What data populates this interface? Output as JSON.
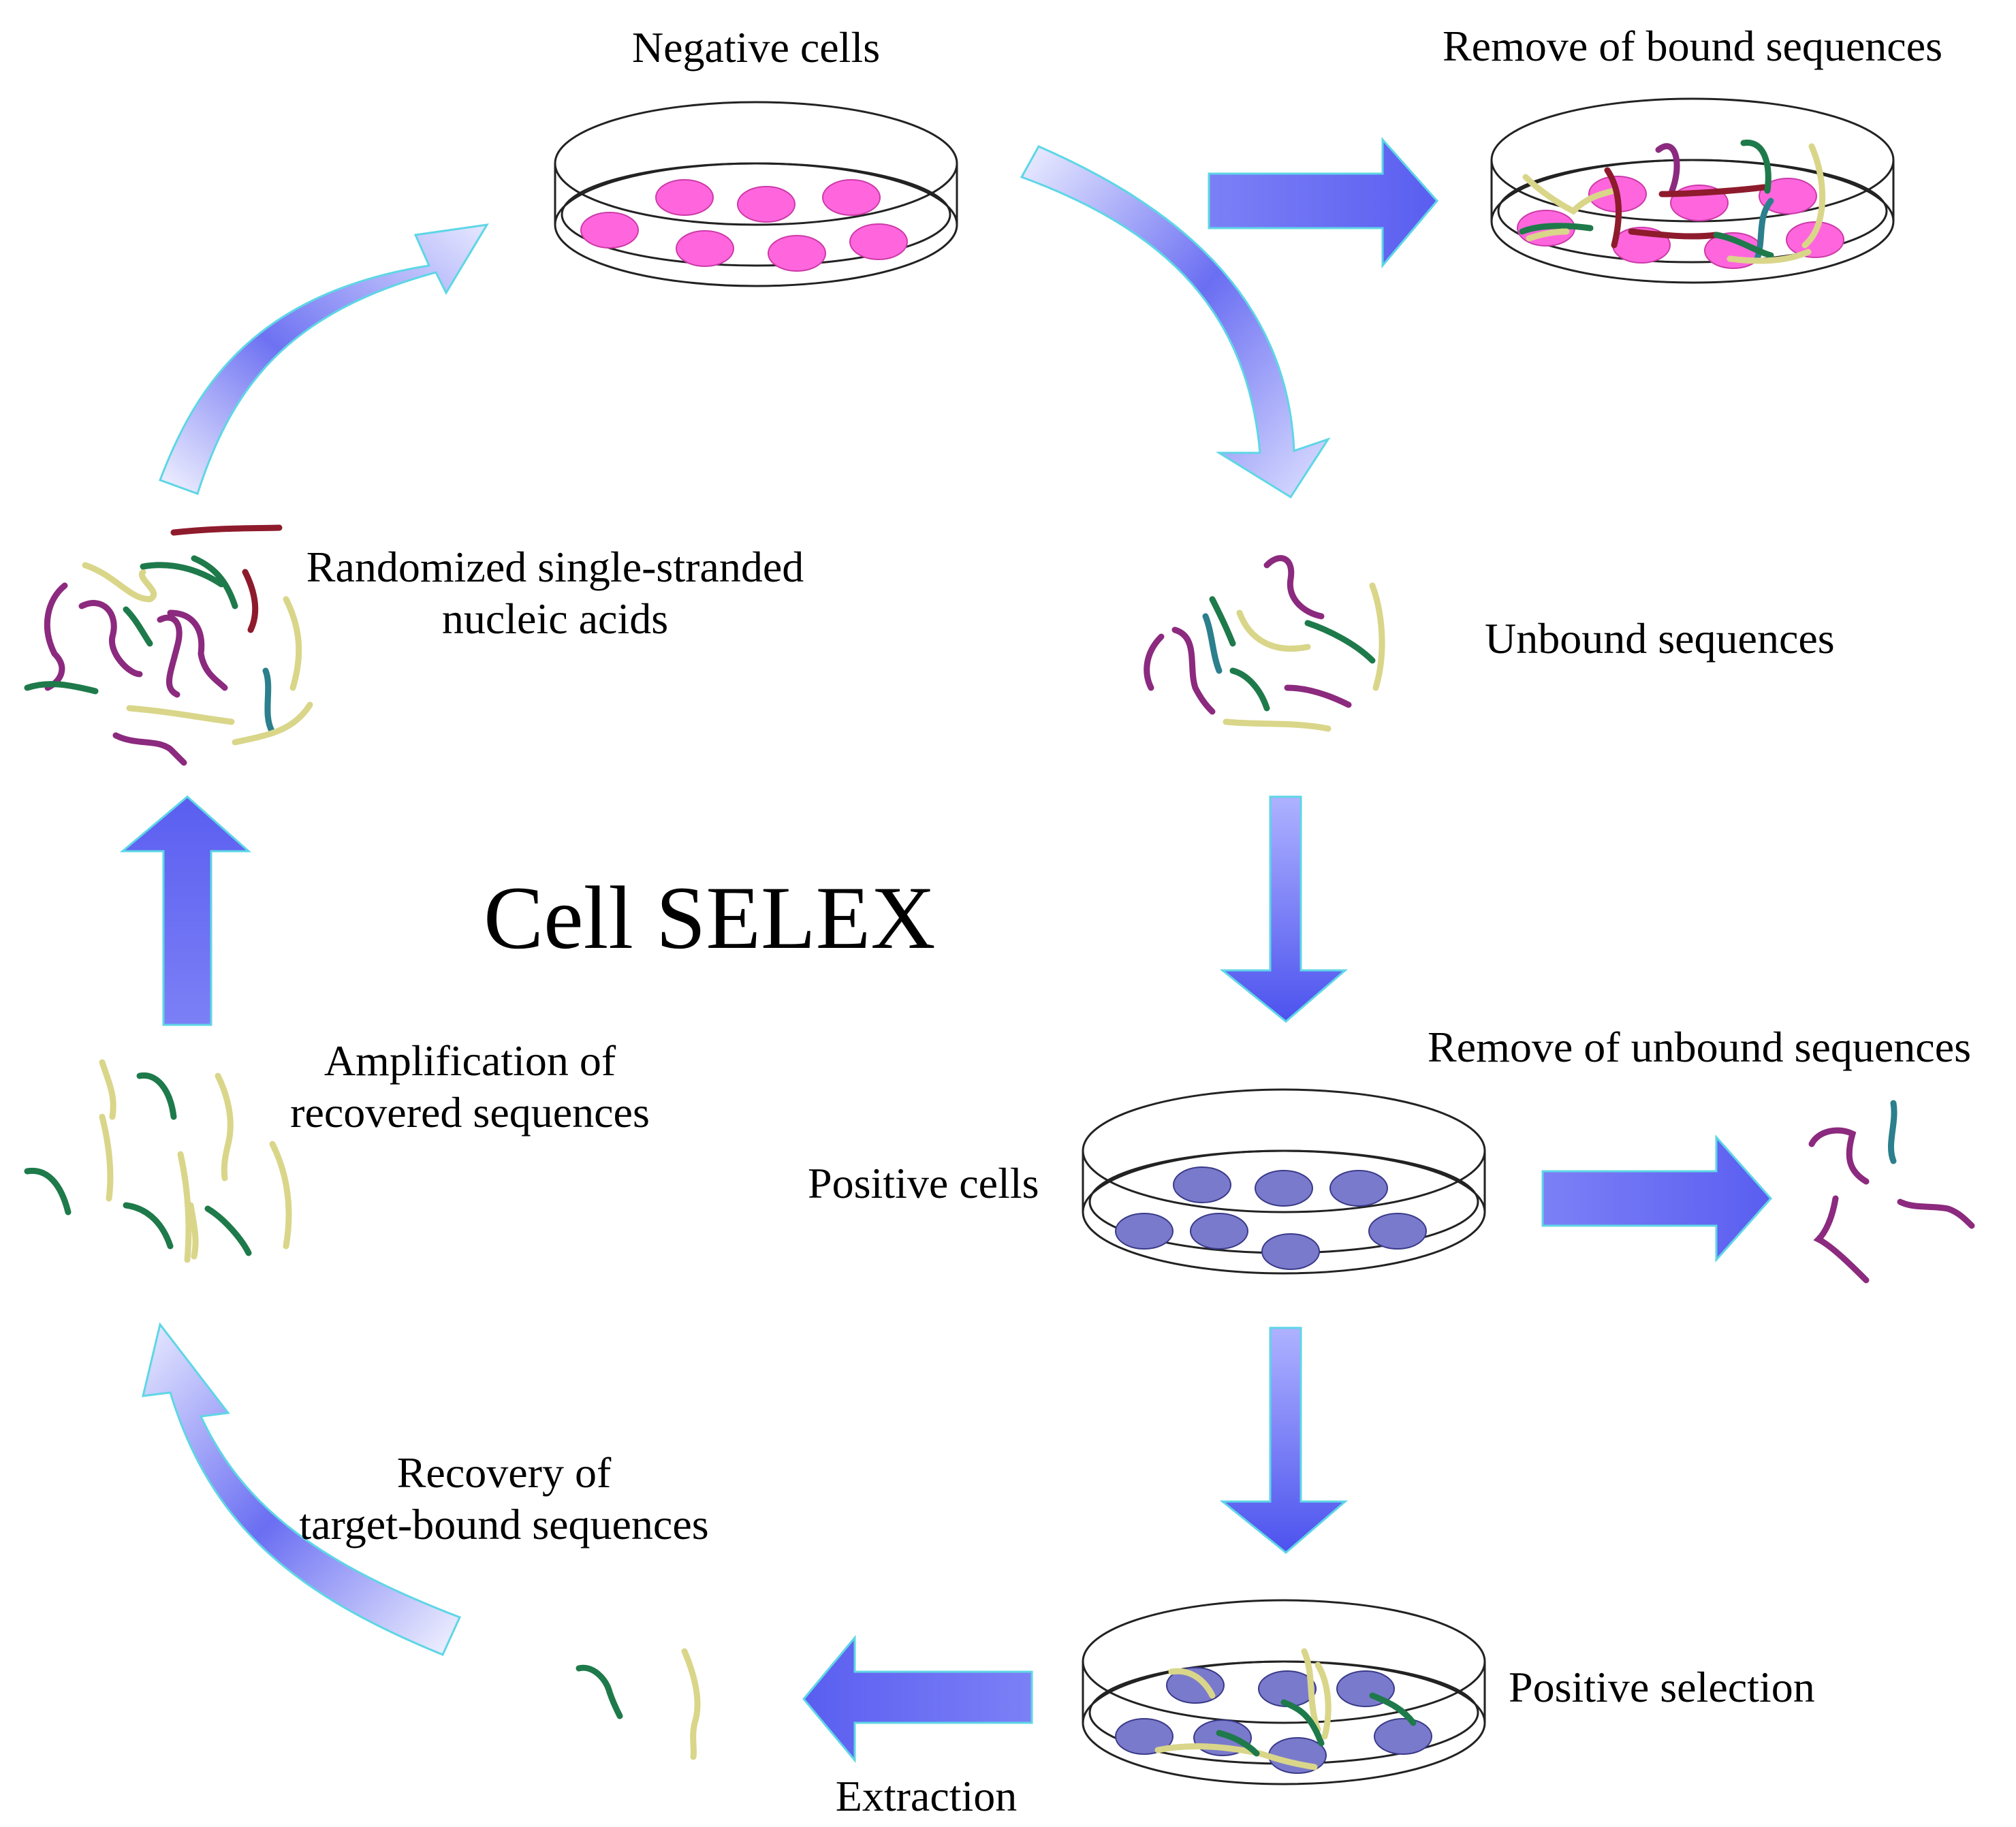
{
  "title": "Cell SELEX",
  "steps": {
    "negative_cells": "Negative cells",
    "remove_bound": "Remove of bound sequences",
    "unbound": "Unbound sequences",
    "remove_unbound": "Remove of unbound sequences",
    "positive_cells": "Positive cells",
    "positive_selection": "Positive selection",
    "extraction": "Extraction",
    "recovery_line1": "Recovery of",
    "recovery_line2": "target-bound sequences",
    "amplification_line1": "Amplification of",
    "amplification_line2": "recovered sequences",
    "randomized_line1": "Randomized single-stranded",
    "randomized_line2": "nucleic acids"
  },
  "colors": {
    "arrow_dark": "#5a5ef0",
    "arrow_light": "#eceeff",
    "negative_cell": "#ff66dd",
    "positive_cell": "#7a7acc",
    "strand_green": "#1e7a4a",
    "strand_purple": "#8b2a7e",
    "strand_yellow": "#d9d68a",
    "strand_red": "#8e1b2c",
    "strand_teal": "#2c7f8c"
  }
}
